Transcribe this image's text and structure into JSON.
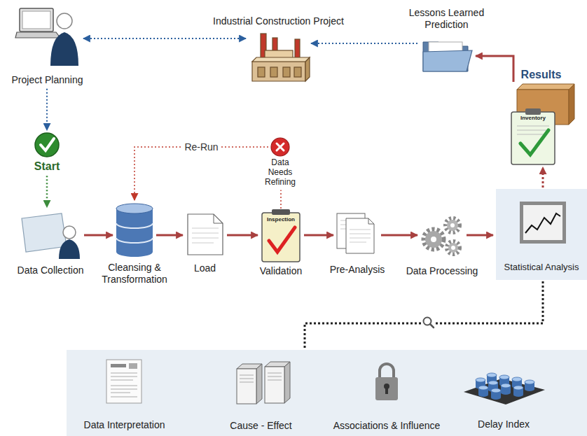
{
  "diagram": {
    "nodes": [
      {
        "text": [
          "Project Planning"
        ]
      },
      {
        "text": [
          "Industrial Construction Project"
        ]
      },
      {
        "text": [
          "Lessons Learned Prediction"
        ]
      },
      {
        "text": [
          "Results",
          "Inventory"
        ]
      },
      {
        "text": [
          "Start"
        ]
      },
      {
        "text": [
          "Data Needs Refining"
        ]
      },
      {
        "text": [
          "Data Collection"
        ]
      },
      {
        "text": [
          "Cleansing & Transformation"
        ]
      },
      {
        "text": [
          "Load"
        ]
      },
      {
        "text": [
          "Inspection",
          "Validation"
        ]
      },
      {
        "text": [
          "Pre-Analysis"
        ]
      },
      {
        "text": [
          "Data Processing"
        ]
      },
      {
        "text": [
          "Statistical Analysis"
        ]
      },
      {
        "text": []
      },
      {
        "text": [
          "Data Interpretation"
        ],
        "in": 13
      },
      {
        "text": [
          "Cause - Effect"
        ],
        "in": 13
      },
      {
        "text": [
          "Associations & Influence"
        ],
        "in": 13
      },
      {
        "text": [
          "Delay Index"
        ],
        "in": 13
      }
    ],
    "edges": [
      {
        "from": 0,
        "to": 1,
        "arrow": "both"
      },
      {
        "from": 2,
        "to": 1,
        "arrow": "to"
      },
      {
        "from": 3,
        "to": 2,
        "arrow": "to"
      },
      {
        "from": 0,
        "to": 4,
        "arrow": "to"
      },
      {
        "from": 4,
        "to": 6,
        "arrow": "to"
      },
      {
        "from": 6,
        "to": 7,
        "arrow": "to"
      },
      {
        "from": 7,
        "to": 8,
        "arrow": "to"
      },
      {
        "from": 8,
        "to": 9,
        "arrow": "to"
      },
      {
        "from": 9,
        "to": 5,
        "arrow": "none"
      },
      {
        "from": 5,
        "to": 7,
        "label": "Re-Run",
        "arrow": "to"
      },
      {
        "from": 9,
        "to": 10,
        "arrow": "to"
      },
      {
        "from": 10,
        "to": 11,
        "arrow": "to"
      },
      {
        "from": 11,
        "to": 12,
        "arrow": "to"
      },
      {
        "from": 12,
        "to": 3,
        "arrow": "to"
      },
      {
        "from": 12,
        "to": 13,
        "arrow": "none"
      }
    ]
  }
}
